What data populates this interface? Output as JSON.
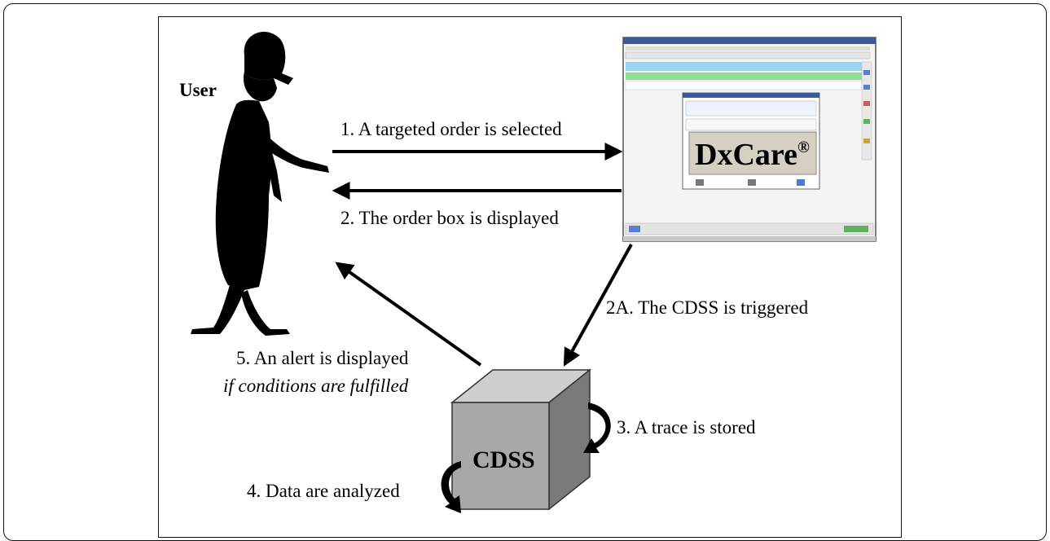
{
  "user_label": "User",
  "steps": {
    "s1": "1. A targeted order is selected",
    "s2": "2. The order box is displayed",
    "s2a": "2A. The CDSS is triggered",
    "s3": "3. A trace is stored",
    "s4": "4. Data are analyzed",
    "s5_line1": "5. An alert is displayed",
    "s5_line2": "if conditions are fulfilled"
  },
  "dxcare_label": "DxCare",
  "dxcare_mark": "®",
  "cdss_label": "CDSS",
  "colors": {
    "frame": "#111111",
    "arrow": "#000000",
    "cube_front": "#a8a8a8",
    "cube_top": "#cfcfcf",
    "cube_side": "#7a7a7a",
    "screen_bg": "#f4f4f4",
    "row_blue": "#9ed2ee",
    "row_green": "#8ee08a",
    "dx_box": "#d6d0c2"
  }
}
